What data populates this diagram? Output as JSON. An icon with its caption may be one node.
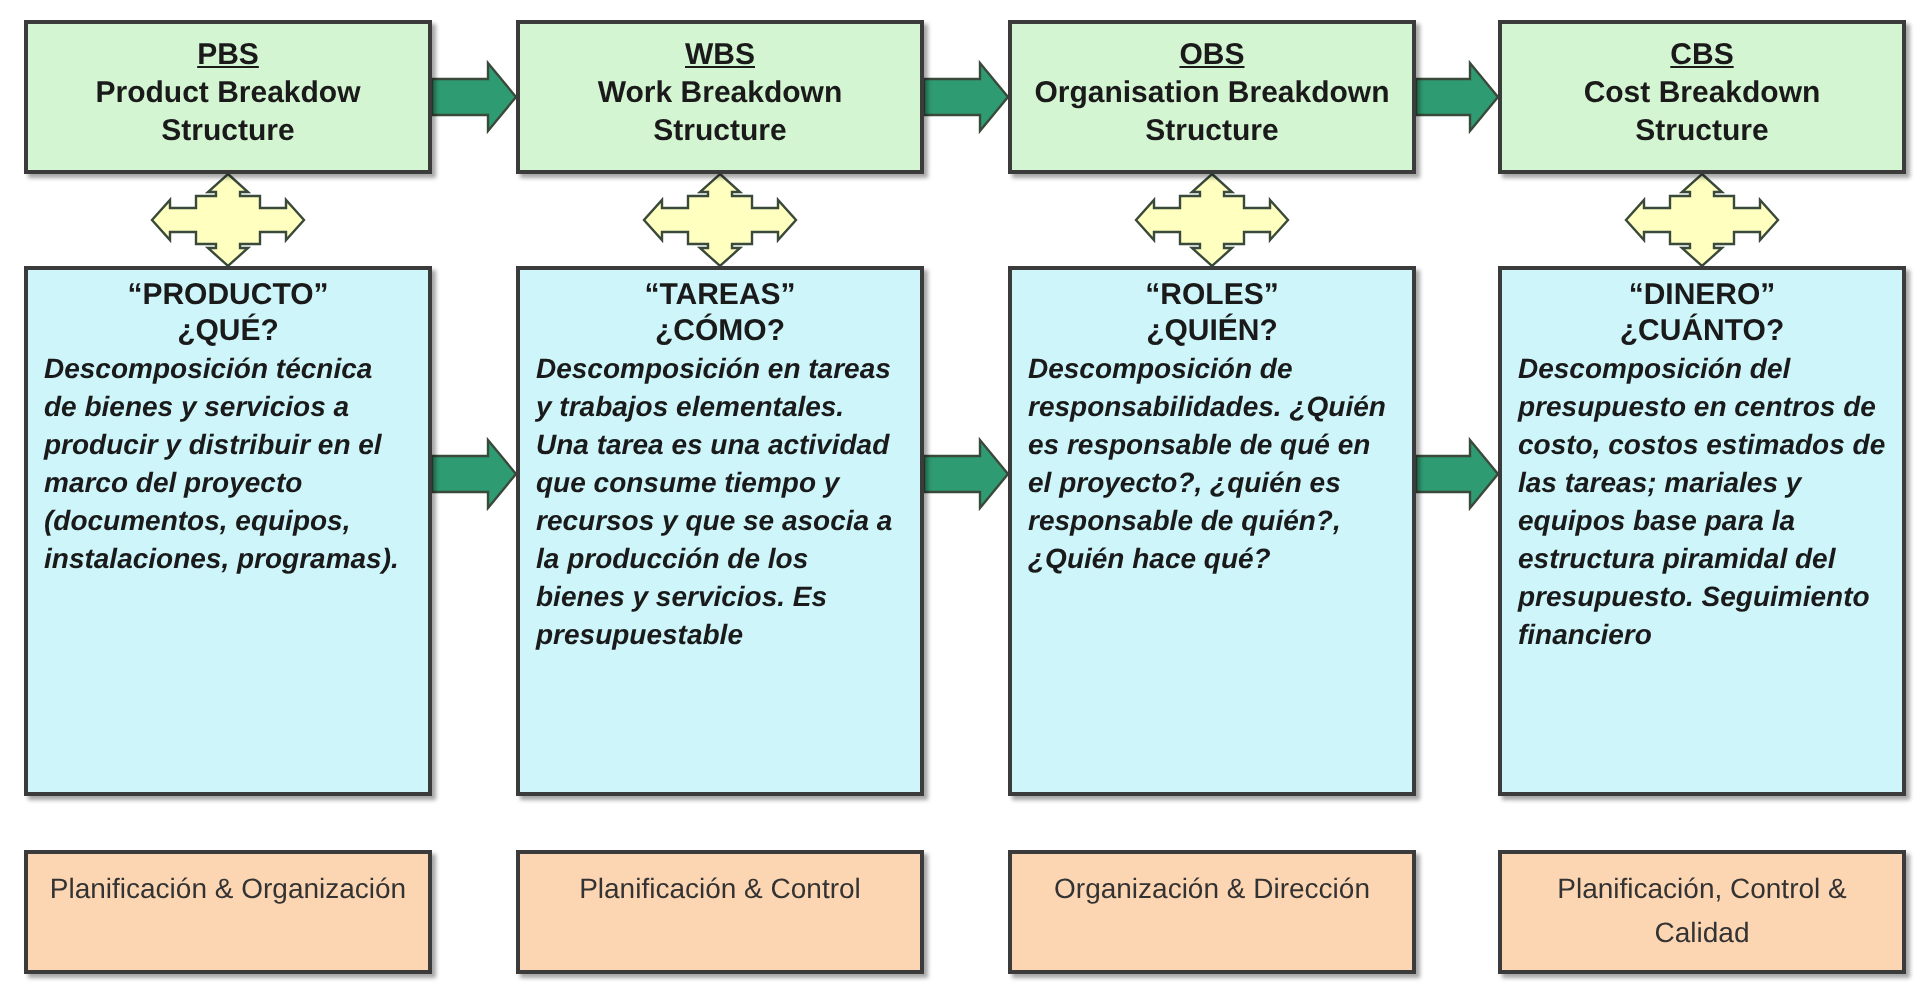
{
  "diagram": {
    "nodes": [
      {
        "text": [
          "PBS",
          "Product Breakdow Structure"
        ]
      },
      {
        "text": [
          "WBS",
          "Work Breakdown Structure"
        ]
      },
      {
        "text": [
          "OBS",
          "Organisation Breakdown Structure"
        ]
      },
      {
        "text": [
          "CBS",
          "Cost Breakdown Structure"
        ]
      },
      {
        "text": [
          "“PRODUCTO”",
          "¿QUÉ?",
          "Descomposición técnica de bienes y servicios a producir y distribuir en el marco del proyecto (documentos, equipos, instalaciones, programas)."
        ]
      },
      {
        "text": [
          "“TAREAS”",
          "¿CÓMO?",
          "Descomposición  en tareas y trabajos elementales.   Una tarea es una actividad que consume tiempo y recursos y que se asocia  a la producción de los bienes y servicios. Es presupuestable"
        ]
      },
      {
        "text": [
          "“ROLES”",
          "¿QUIÉN?",
          "Descomposición de responsabilidades. ¿Quién es responsable de qué en el proyecto?, ¿quién es responsable de quién?, ¿Quién hace qué?"
        ]
      },
      {
        "text": [
          "“DINERO”",
          "¿CUÁNTO?",
          "Descomposición del presupuesto en centros de costo, costos estimados de las tareas; mariales y equipos base para la estructura piramidal del presupuesto. Seguimiento financiero"
        ]
      },
      {
        "text": [
          "Planificación & Organización"
        ]
      },
      {
        "text": [
          "Planificación & Control"
        ]
      },
      {
        "text": [
          "Organización & Dirección"
        ]
      },
      {
        "text": [
          "Planificación, Control & Calidad"
        ]
      }
    ],
    "edges": [
      {
        "from": 0,
        "to": 1,
        "arrow": "to",
        "style": "thick"
      },
      {
        "from": 1,
        "to": 2,
        "arrow": "to",
        "style": "thick"
      },
      {
        "from": 2,
        "to": 3,
        "arrow": "to",
        "style": "thick"
      },
      {
        "from": 4,
        "to": 5,
        "arrow": "to",
        "style": "thick"
      },
      {
        "from": 5,
        "to": 6,
        "arrow": "to",
        "style": "thick"
      },
      {
        "from": 6,
        "to": 7,
        "arrow": "to",
        "style": "thick"
      },
      {
        "from": 0,
        "to": 4,
        "arrow": "both",
        "style": "thick",
        "color": "#ffffc0"
      },
      {
        "from": 1,
        "to": 5,
        "arrow": "both",
        "style": "thick",
        "color": "#ffffc0"
      },
      {
        "from": 2,
        "to": 6,
        "arrow": "both",
        "style": "thick",
        "color": "#ffffc0"
      },
      {
        "from": 3,
        "to": 7,
        "arrow": "both",
        "style": "thick",
        "color": "#ffffc0"
      }
    ]
  }
}
